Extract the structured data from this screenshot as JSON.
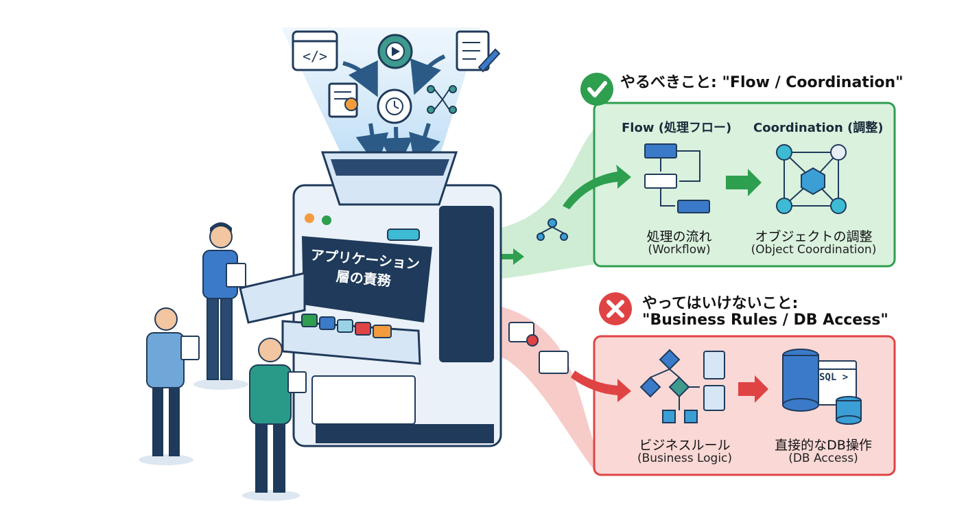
{
  "machine": {
    "title_line1": "アプリケーション",
    "title_line2": "層の責務"
  },
  "do_section": {
    "heading": "やるべきこと: \"Flow / Coordination\"",
    "flow_title": "Flow (処理フロー)",
    "coord_title": "Coordination (調整)",
    "flow_caption": "処理の流れ",
    "flow_caption_en": "(Workflow)",
    "coord_caption": "オブジェクトの調整",
    "coord_caption_en": "(Object Coordination)",
    "color": "#2e9e4f",
    "fill": "#d9f1dd"
  },
  "dont_section": {
    "heading_line1": "やってはいけないこと:",
    "heading_line2": "\"Business Rules / DB Access\"",
    "logic_caption": "ビジネスルール",
    "logic_caption_en": "(Business Logic)",
    "db_caption": "直接的なDB操作",
    "db_caption_en": "(DB Access)",
    "sql_label": "SQL >",
    "color": "#e04343",
    "fill": "#f9d8d6"
  }
}
